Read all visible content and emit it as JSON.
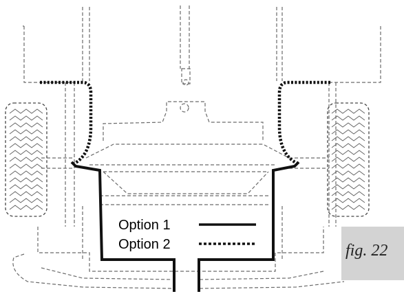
{
  "legend": {
    "option1_label": "Option 1",
    "option2_label": "Option 2"
  },
  "figure_label": "fig. 22",
  "colors": {
    "background": "#ffffff",
    "line": "#111111",
    "dashed_outline": "#6a6a6a",
    "label_tab": "#d3d3d3"
  }
}
